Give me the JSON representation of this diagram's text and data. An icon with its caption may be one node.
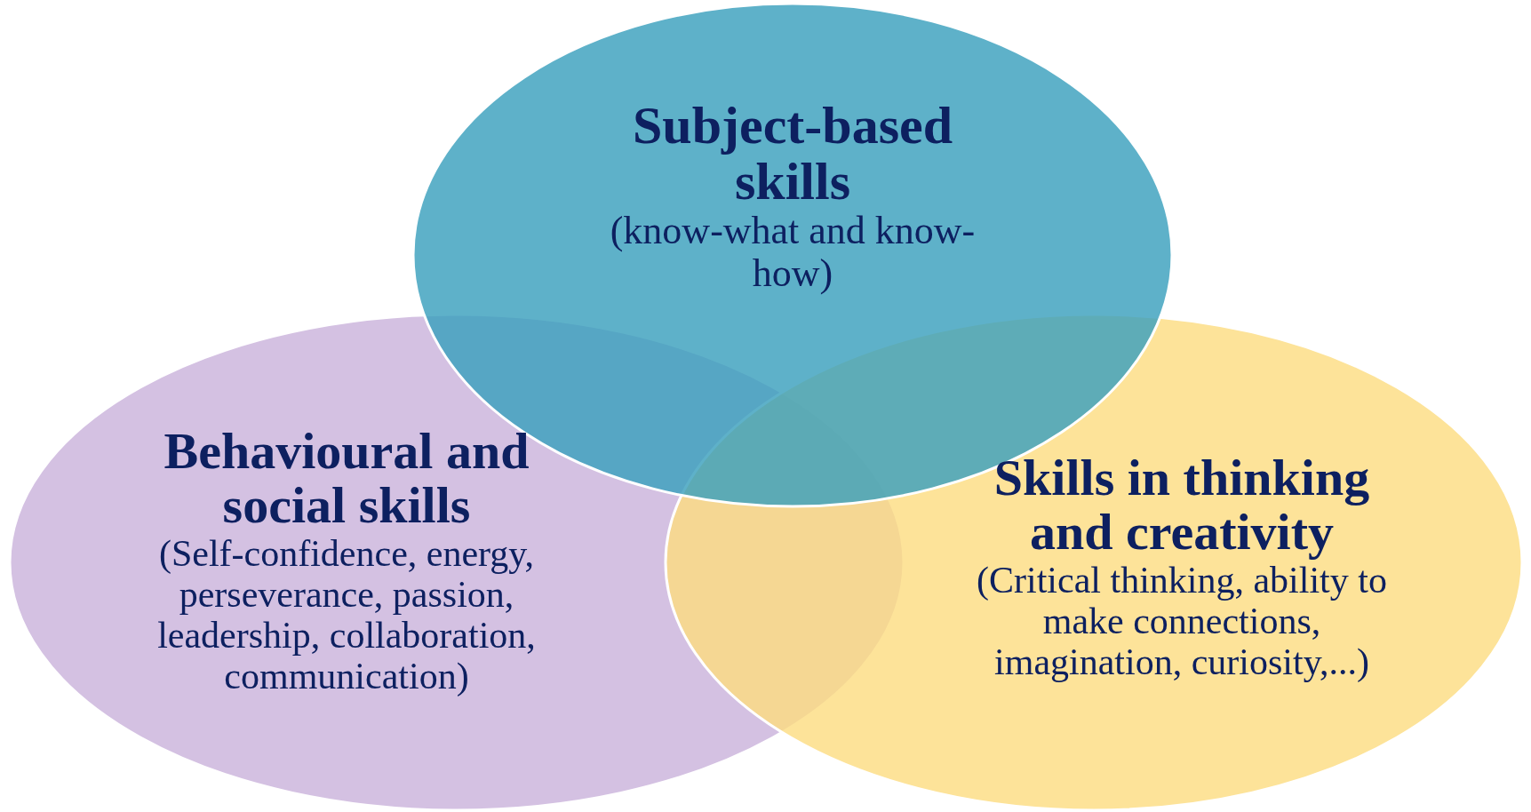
{
  "diagram": {
    "nodes": [
      {
        "text": [
          "Subject-based skills",
          "(know-what and know-how)"
        ]
      },
      {
        "text": [
          "Behavioural and social skills",
          "(Self-confidence, energy, perseverance, passion, leadership, collaboration, communication)"
        ]
      },
      {
        "text": [
          "Skills in thinking and creativity",
          "(Critical thinking, ability to make connections, imagination, curiosity,...)"
        ]
      }
    ],
    "edges": []
  }
}
